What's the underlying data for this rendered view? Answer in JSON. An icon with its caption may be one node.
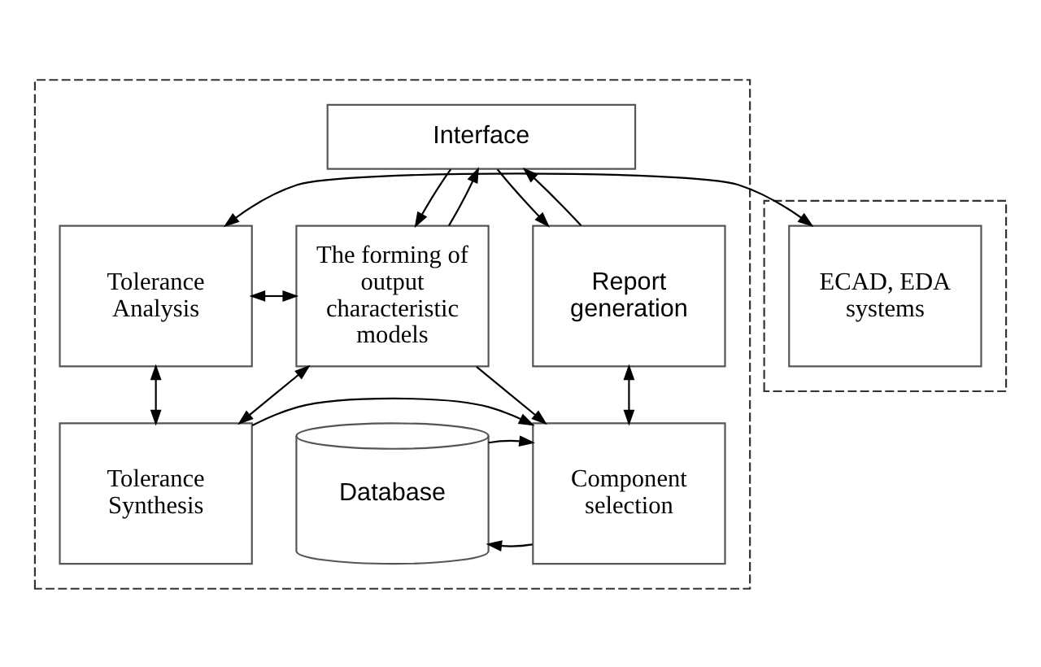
{
  "diagram": {
    "nodes": [
      {
        "text": [],
        "shape": "box"
      },
      {
        "text": [
          "Interface"
        ],
        "in": 0
      },
      {
        "text": [
          "Report generation"
        ],
        "in": 0
      },
      {
        "text": [
          "The forming of output characteristic models"
        ],
        "in": 0
      },
      {
        "text": [
          "Tolerance Analysis"
        ],
        "in": 0
      },
      {
        "text": [
          "Database"
        ],
        "in": 0
      },
      {
        "text": [
          "Component selection"
        ],
        "in": 0
      },
      {
        "text": [
          "Tolerance Synthesis"
        ],
        "in": 0
      },
      {
        "text": [],
        "shape": "box"
      },
      {
        "text": [
          "ECAD, EDA systems"
        ],
        "in": 8
      }
    ],
    "edges": [
      {
        "from": 1,
        "to": 2,
        "arrow": "to"
      },
      {
        "from": 2,
        "to": 1,
        "arrow": "to"
      },
      {
        "from": 1,
        "to": 3,
        "arrow": "to"
      },
      {
        "from": 3,
        "to": 1,
        "arrow": "to"
      },
      {
        "from": 3,
        "to": 4,
        "arrow": "both"
      },
      {
        "from": 4,
        "to": 9,
        "arrow": "both"
      },
      {
        "from": 2,
        "to": 6,
        "arrow": "both"
      },
      {
        "from": 3,
        "to": 6,
        "arrow": "to"
      },
      {
        "from": 3,
        "to": 7,
        "arrow": "both"
      },
      {
        "from": 4,
        "to": 7,
        "arrow": "both"
      },
      {
        "from": 6,
        "to": 5,
        "arrow": "to"
      },
      {
        "from": 5,
        "to": 6,
        "arrow": "to"
      },
      {
        "from": 7,
        "to": 6,
        "arrow": "to"
      }
    ]
  }
}
